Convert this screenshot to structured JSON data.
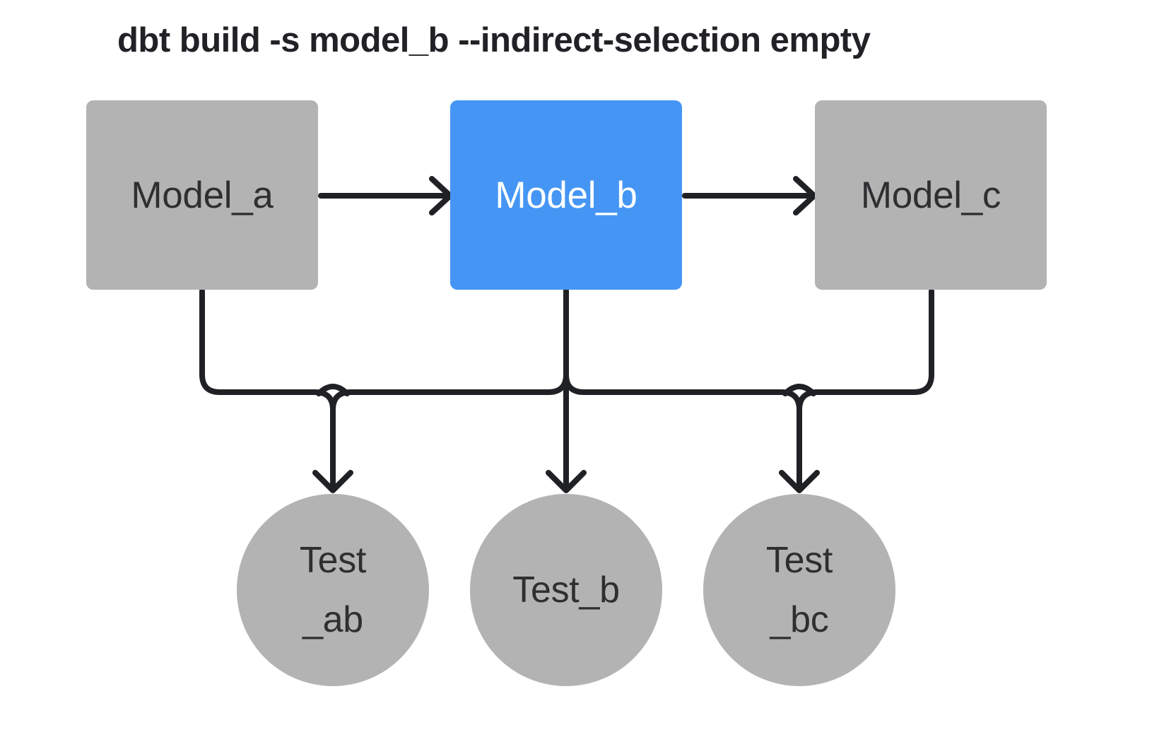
{
  "title": "dbt build -s model_b --indirect-selection empty",
  "colors": {
    "selected_node": "#4596f4",
    "unselected_node": "#b3b3b3",
    "edge": "#1f2124",
    "node_text_dark": "#2e2f31",
    "node_text_light": "#ffffff",
    "title_text": "#212226",
    "background": "#ffffff"
  },
  "nodes": {
    "models": [
      {
        "id": "model_a",
        "label": "Model_a",
        "state": "unselected"
      },
      {
        "id": "model_b",
        "label": "Model_b",
        "state": "selected"
      },
      {
        "id": "model_c",
        "label": "Model_c",
        "state": "unselected"
      }
    ],
    "tests": [
      {
        "id": "test_ab",
        "lines": [
          "Test",
          "_ab"
        ],
        "state": "unselected"
      },
      {
        "id": "test_b",
        "lines": [
          "Test_b"
        ],
        "state": "unselected"
      },
      {
        "id": "test_bc",
        "lines": [
          "Test",
          "_bc"
        ],
        "state": "unselected"
      }
    ]
  },
  "edges": [
    {
      "from": "model_a",
      "to": "model_b"
    },
    {
      "from": "model_b",
      "to": "model_c"
    },
    {
      "from": "model_a",
      "to": "test_ab"
    },
    {
      "from": "model_b",
      "to": "test_ab"
    },
    {
      "from": "model_b",
      "to": "test_b"
    },
    {
      "from": "model_b",
      "to": "test_bc"
    },
    {
      "from": "model_c",
      "to": "test_bc"
    }
  ]
}
